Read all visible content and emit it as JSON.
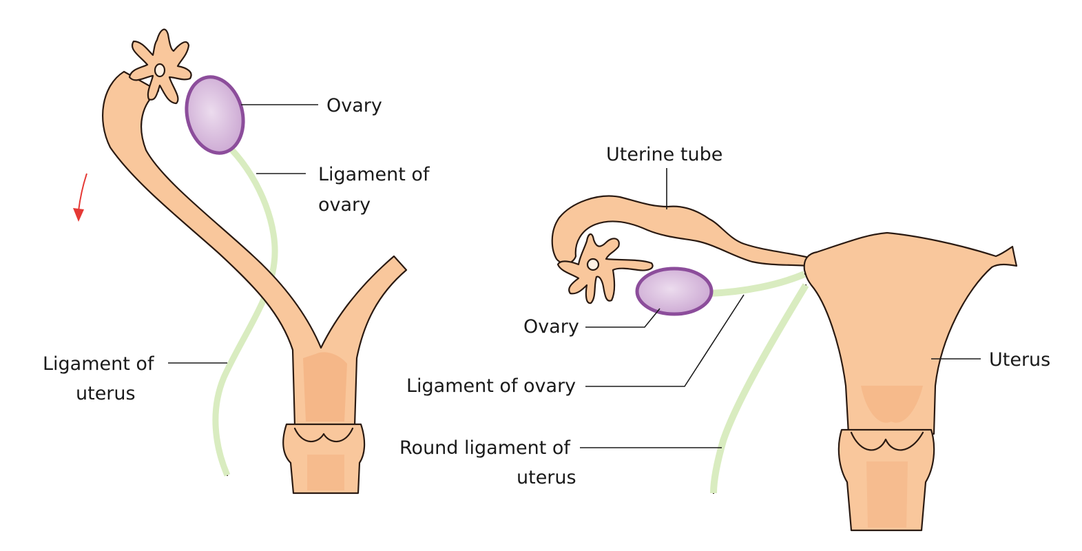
{
  "colors": {
    "tissue": "#f9c79c",
    "tissue_shade": "#f2aa78",
    "ovary_fill": "#e2c8e4",
    "ovary_edge": "#8c4d9b",
    "ligament": "#d9ecc0",
    "outline": "#2a1a12",
    "arrow": "#e53935"
  },
  "icons": {
    "direction_arrow": "red-curved-down-arrow-icon"
  },
  "left_panel": {
    "ovary_label": "Ovary",
    "ligament_of_ovary_label_line1": "Ligament of",
    "ligament_of_ovary_label_line2": "ovary",
    "ligament_of_uterus_label_line1": "Ligament of",
    "ligament_of_uterus_label_line2": "uterus"
  },
  "right_panel": {
    "uterine_tube_label": "Uterine tube",
    "ovary_label": "Ovary",
    "uterus_label": "Uterus",
    "ligament_of_ovary_label": "Ligament of ovary",
    "round_ligament_label_line1": "Round ligament of",
    "round_ligament_label_line2": "uterus"
  }
}
